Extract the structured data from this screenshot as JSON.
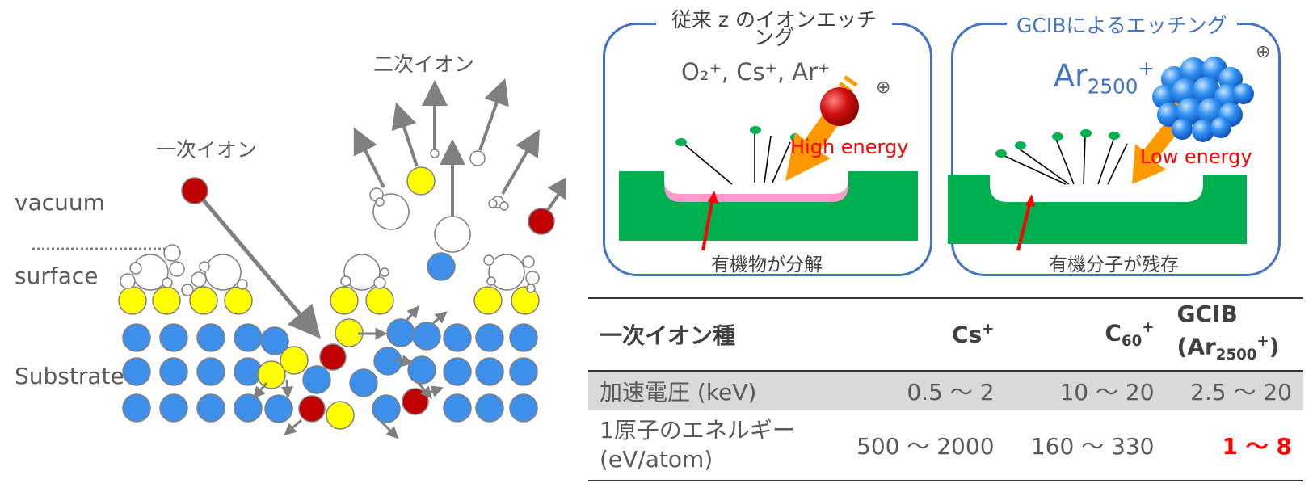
{
  "left": {
    "primary_ion": "一次イオン",
    "secondary_ion": "二次イオン",
    "vacuum": "vacuum",
    "surface": "surface",
    "substrate": "Substrate"
  },
  "conventional": {
    "title": "従来 z のイオンエッチング",
    "ions": "O₂⁺, Cs⁺, Ar⁺",
    "energy": "High energy",
    "caption": "有機物が分解",
    "charge": "⊕"
  },
  "gcib": {
    "title": "GCIBによるエッチング",
    "ion_base": "Ar",
    "ion_sub": "2500",
    "ion_sup": "+",
    "energy": "Low energy",
    "caption": "有機分子が残存",
    "charge": "⊕"
  },
  "table": {
    "header": {
      "label": "一次イオン種",
      "col1_base": "Cs",
      "col1_sup": "+",
      "col2_base": "C",
      "col2_sub": "60",
      "col2_sup": "+",
      "col3_line1": "GCIB",
      "col3_line2_open": "(Ar",
      "col3_line2_sub": "2500",
      "col3_line2_sup": "+",
      "col3_line2_close": ")"
    },
    "row1": {
      "label": "加速電圧 (keV)",
      "values": [
        "0.5 ～ 2",
        "10 ～ 20",
        "2.5 ～ 20"
      ]
    },
    "row2": {
      "label_line1": "1原子のエネルギー",
      "label_line2": "(eV/atom)",
      "values": [
        "500 ～ 2000",
        "160 ～ 330",
        "1 ～ 8"
      ]
    }
  },
  "colors": {
    "blue_atom": "#3d8fea",
    "yellow_atom": "#ffff00",
    "red_atom": "#c00000",
    "green_substrate": "#00b050",
    "panel_border": "#4472c4",
    "arrow_orange": "#ff9900",
    "highlight_red": "#ff0000"
  }
}
